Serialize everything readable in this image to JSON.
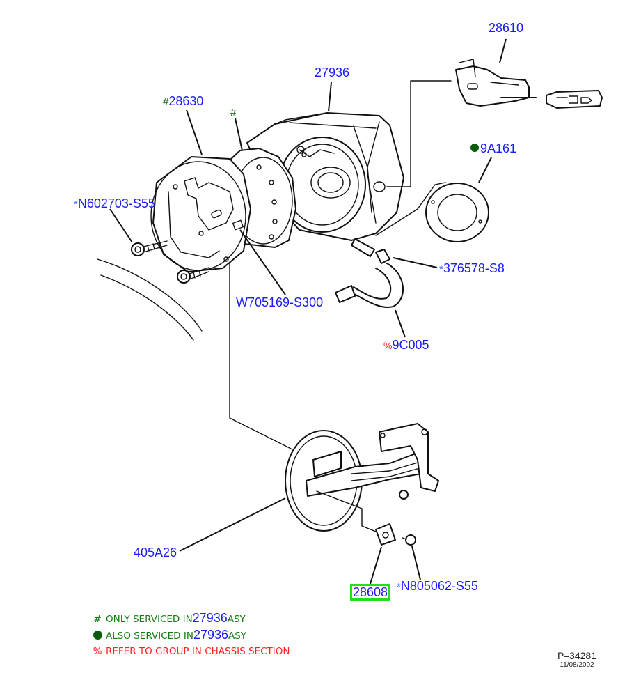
{
  "diagram": {
    "title": "Fuel filler door / housing exploded parts diagram",
    "parts": [
      {
        "id": "p28610",
        "number": "28610",
        "prefix": "",
        "prefix_type": "none"
      },
      {
        "id": "p27936",
        "number": "27936",
        "prefix": "",
        "prefix_type": "none"
      },
      {
        "id": "p28630",
        "number": "28630",
        "prefix": "#",
        "prefix_type": "only-serviced-in-assembly"
      },
      {
        "id": "pgasket",
        "number": "",
        "prefix": "#",
        "prefix_type": "only-serviced-in-assembly"
      },
      {
        "id": "p9A161",
        "number": "9A161",
        "prefix": "●",
        "prefix_type": "also-serviced-in-assembly"
      },
      {
        "id": "pN602703",
        "number": "N602703-S55",
        "prefix": "*",
        "prefix_type": "fastener"
      },
      {
        "id": "p376578",
        "number": "376578-S8",
        "prefix": "*",
        "prefix_type": "fastener"
      },
      {
        "id": "pW705169",
        "number": "W705169-S300",
        "prefix": "",
        "prefix_type": "none"
      },
      {
        "id": "p9C005",
        "number": "9C005",
        "prefix": "%",
        "prefix_type": "refer-to-chassis"
      },
      {
        "id": "p405A26",
        "number": "405A26",
        "prefix": "",
        "prefix_type": "none"
      },
      {
        "id": "p28608",
        "number": "28608",
        "prefix": "",
        "prefix_type": "none",
        "selected": true
      },
      {
        "id": "pN805062",
        "number": "N805062-S55",
        "prefix": "*",
        "prefix_type": "fastener"
      }
    ]
  },
  "legend": [
    {
      "symbol": "#",
      "text_before": "ONLY SERVICED IN",
      "ref": "27936",
      "text_after": "ASY",
      "color": "#157a15"
    },
    {
      "symbol": "●",
      "text_before": "ALSO SERVICED IN",
      "ref": "27936",
      "text_after": "ASY",
      "color": "#157a15"
    },
    {
      "symbol": "%",
      "text_before": "REFER TO GROUP IN CHASSIS SECTION",
      "ref": "",
      "text_after": "",
      "color": "#ff2222"
    }
  ],
  "reference": {
    "code": "P–34281",
    "date": "11/08/2002"
  },
  "colors": {
    "part_label": "#1a1aff",
    "serviced_green": "#157a15",
    "chassis_red": "#ff2222",
    "selection_outline": "#22dd22",
    "fastener_star": "#2a6cff"
  }
}
